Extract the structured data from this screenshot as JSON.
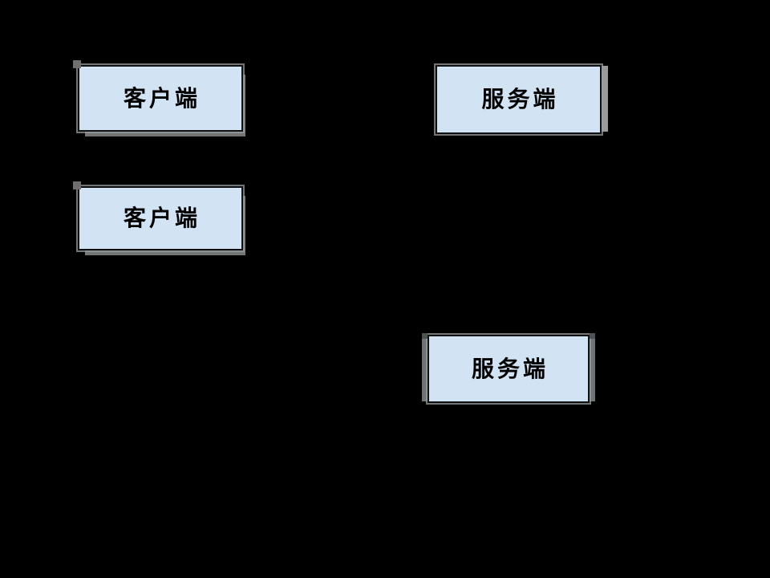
{
  "diagram": {
    "background": "#000000",
    "nodes": [
      {
        "id": "client-top",
        "label": "客户端"
      },
      {
        "id": "client-bottom",
        "label": "客户端"
      },
      {
        "id": "server-top",
        "label": "服务端"
      },
      {
        "id": "server-bottom",
        "label": "服务端"
      }
    ],
    "colors": {
      "node_fill": "#d2e3f3",
      "node_border": "#111111",
      "node_text": "#000000",
      "shadow_client": "#757575",
      "shadow_server_right": "#9a9a9a",
      "shadow_server_bottom": "#6e7476"
    }
  }
}
